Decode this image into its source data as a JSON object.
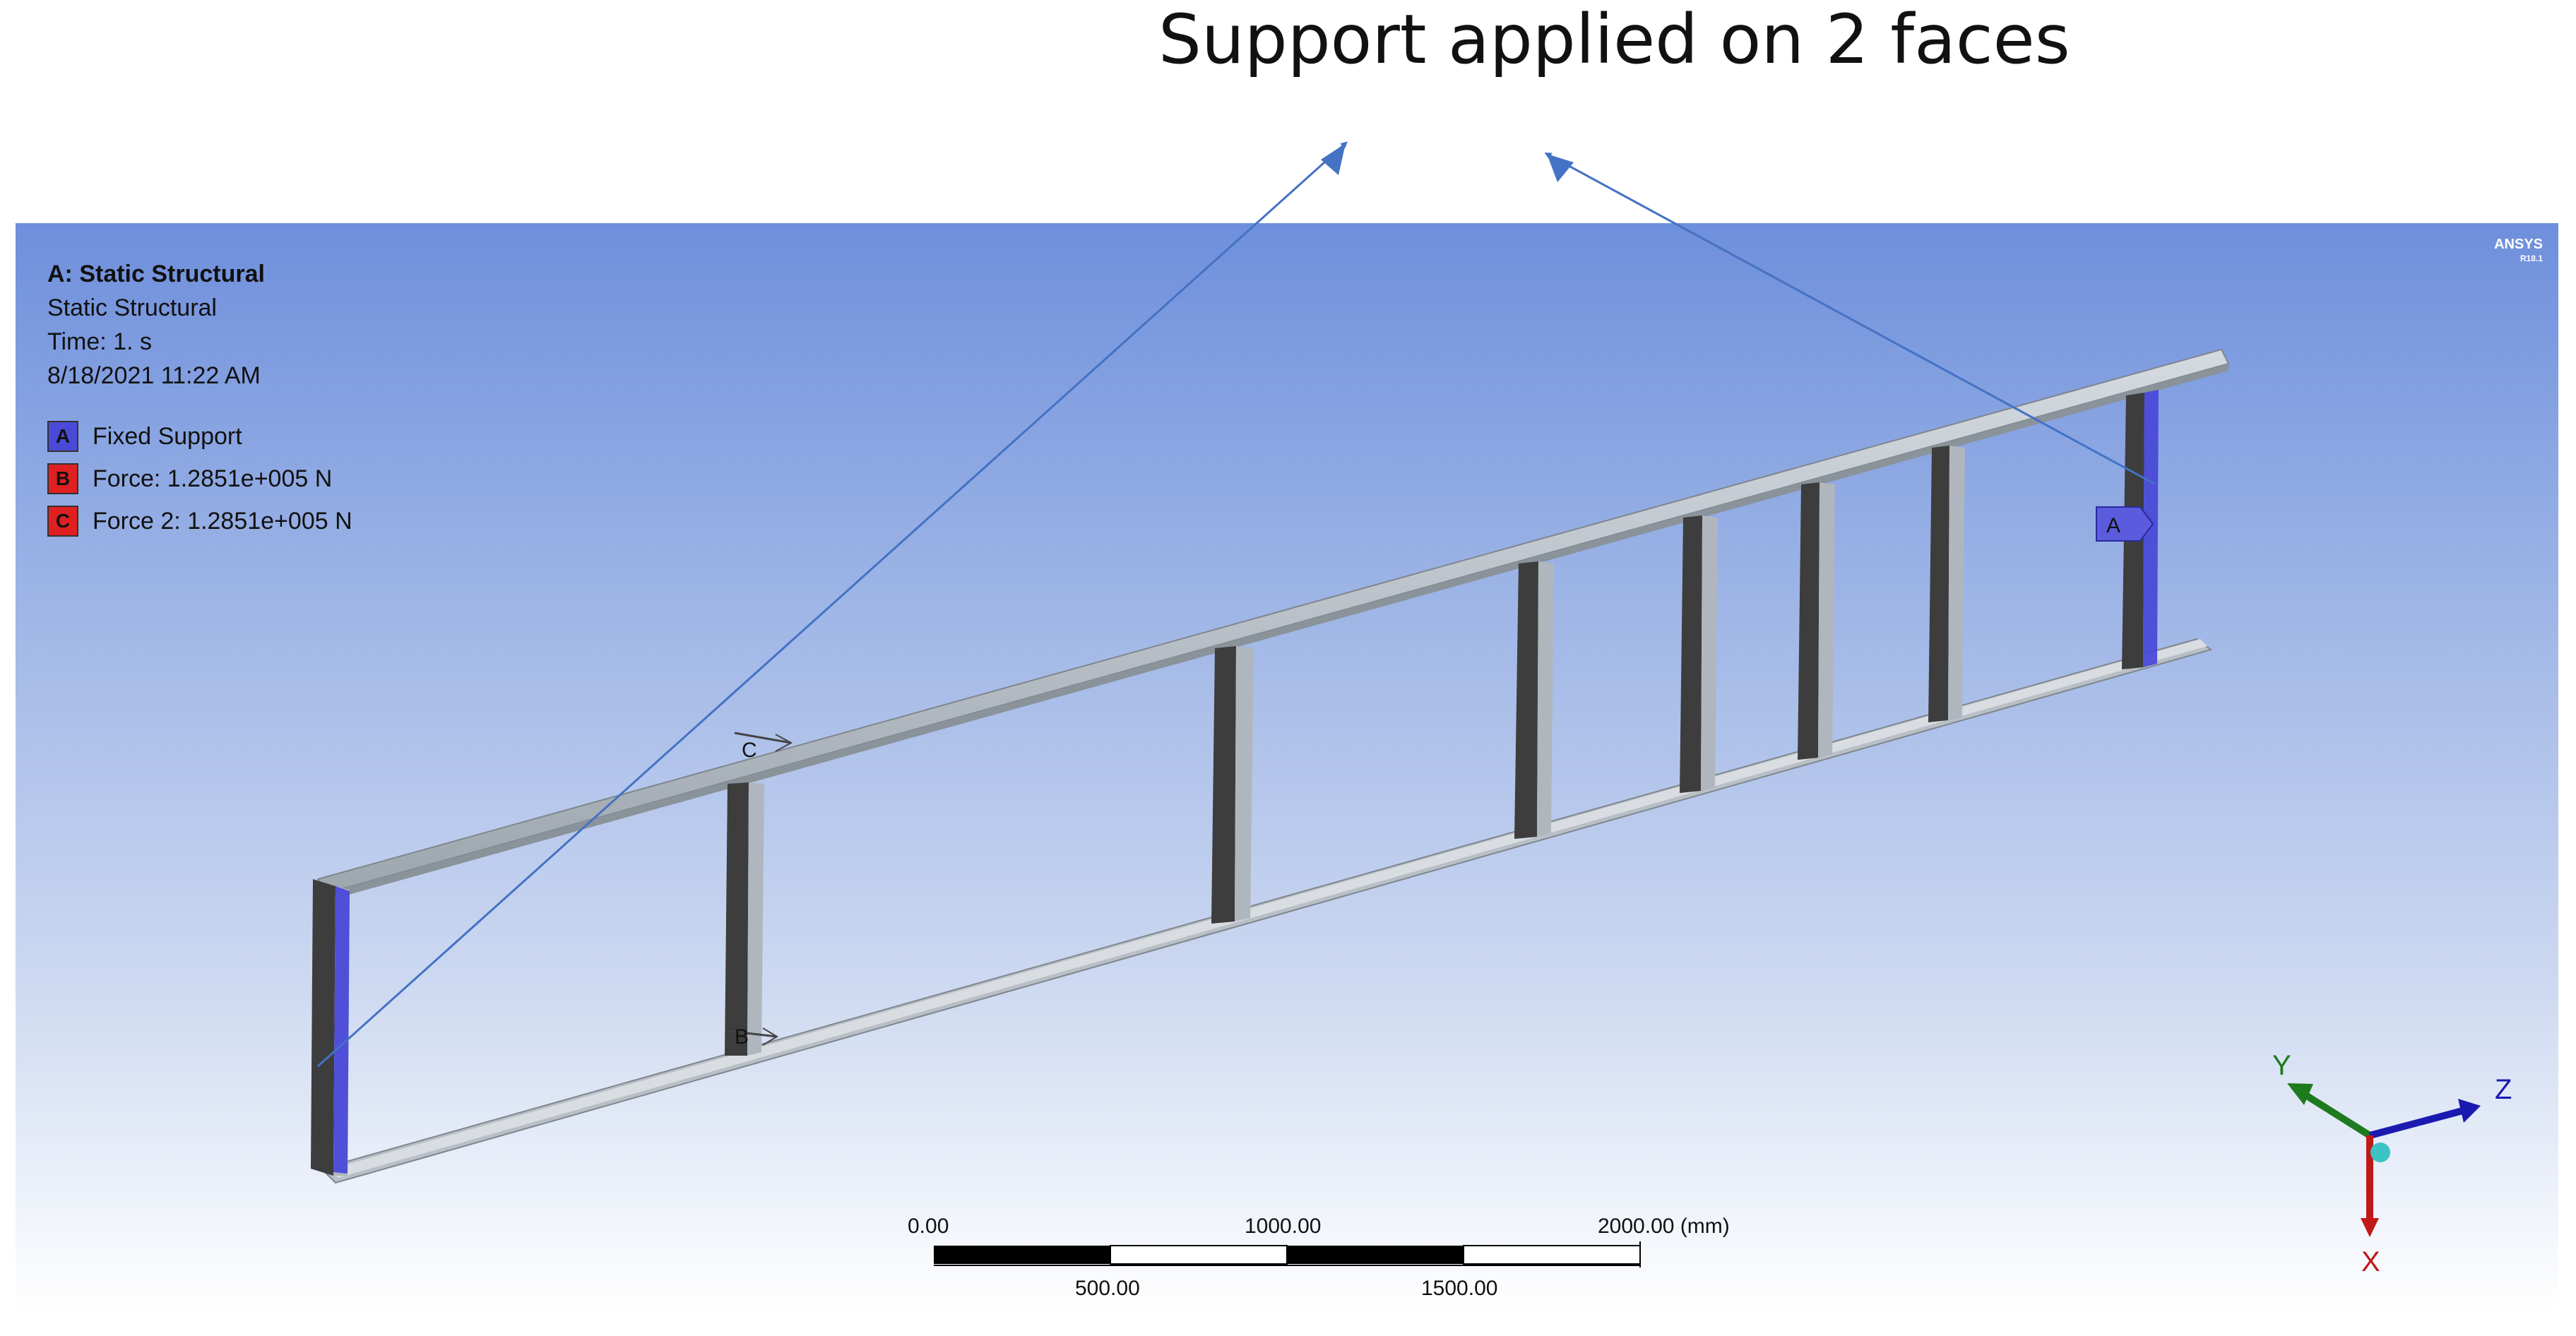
{
  "annotation": {
    "title": "Support applied on 2 faces"
  },
  "info": {
    "analysis_title": "A: Static Structural",
    "analysis_type": "Static Structural",
    "time": "Time: 1. s",
    "timestamp": "8/18/2021 11:22 AM"
  },
  "legend": [
    {
      "key": "A",
      "label": "Fixed Support",
      "color": "#4a4ad8"
    },
    {
      "key": "B",
      "label": "Force: 1.2851e+005 N",
      "color": "#e02020"
    },
    {
      "key": "C",
      "label": "Force 2: 1.2851e+005 N",
      "color": "#e02020"
    }
  ],
  "logo": {
    "line1": "ANSYS",
    "line2": "R18.1"
  },
  "markers": {
    "a": "A",
    "b": "B",
    "c": "C"
  },
  "scale_bar": {
    "top_labels": [
      "0.00",
      "1000.00",
      "2000.00 (mm)"
    ],
    "bottom_labels": [
      "500.00",
      "1500.00"
    ]
  },
  "triad": {
    "x": "X",
    "y": "Y",
    "z": "Z"
  },
  "colors": {
    "arrow": "#4472c4",
    "support": "#4a4ad8",
    "rail": "#a7aeb6",
    "post_dark": "#3d3d3d"
  }
}
